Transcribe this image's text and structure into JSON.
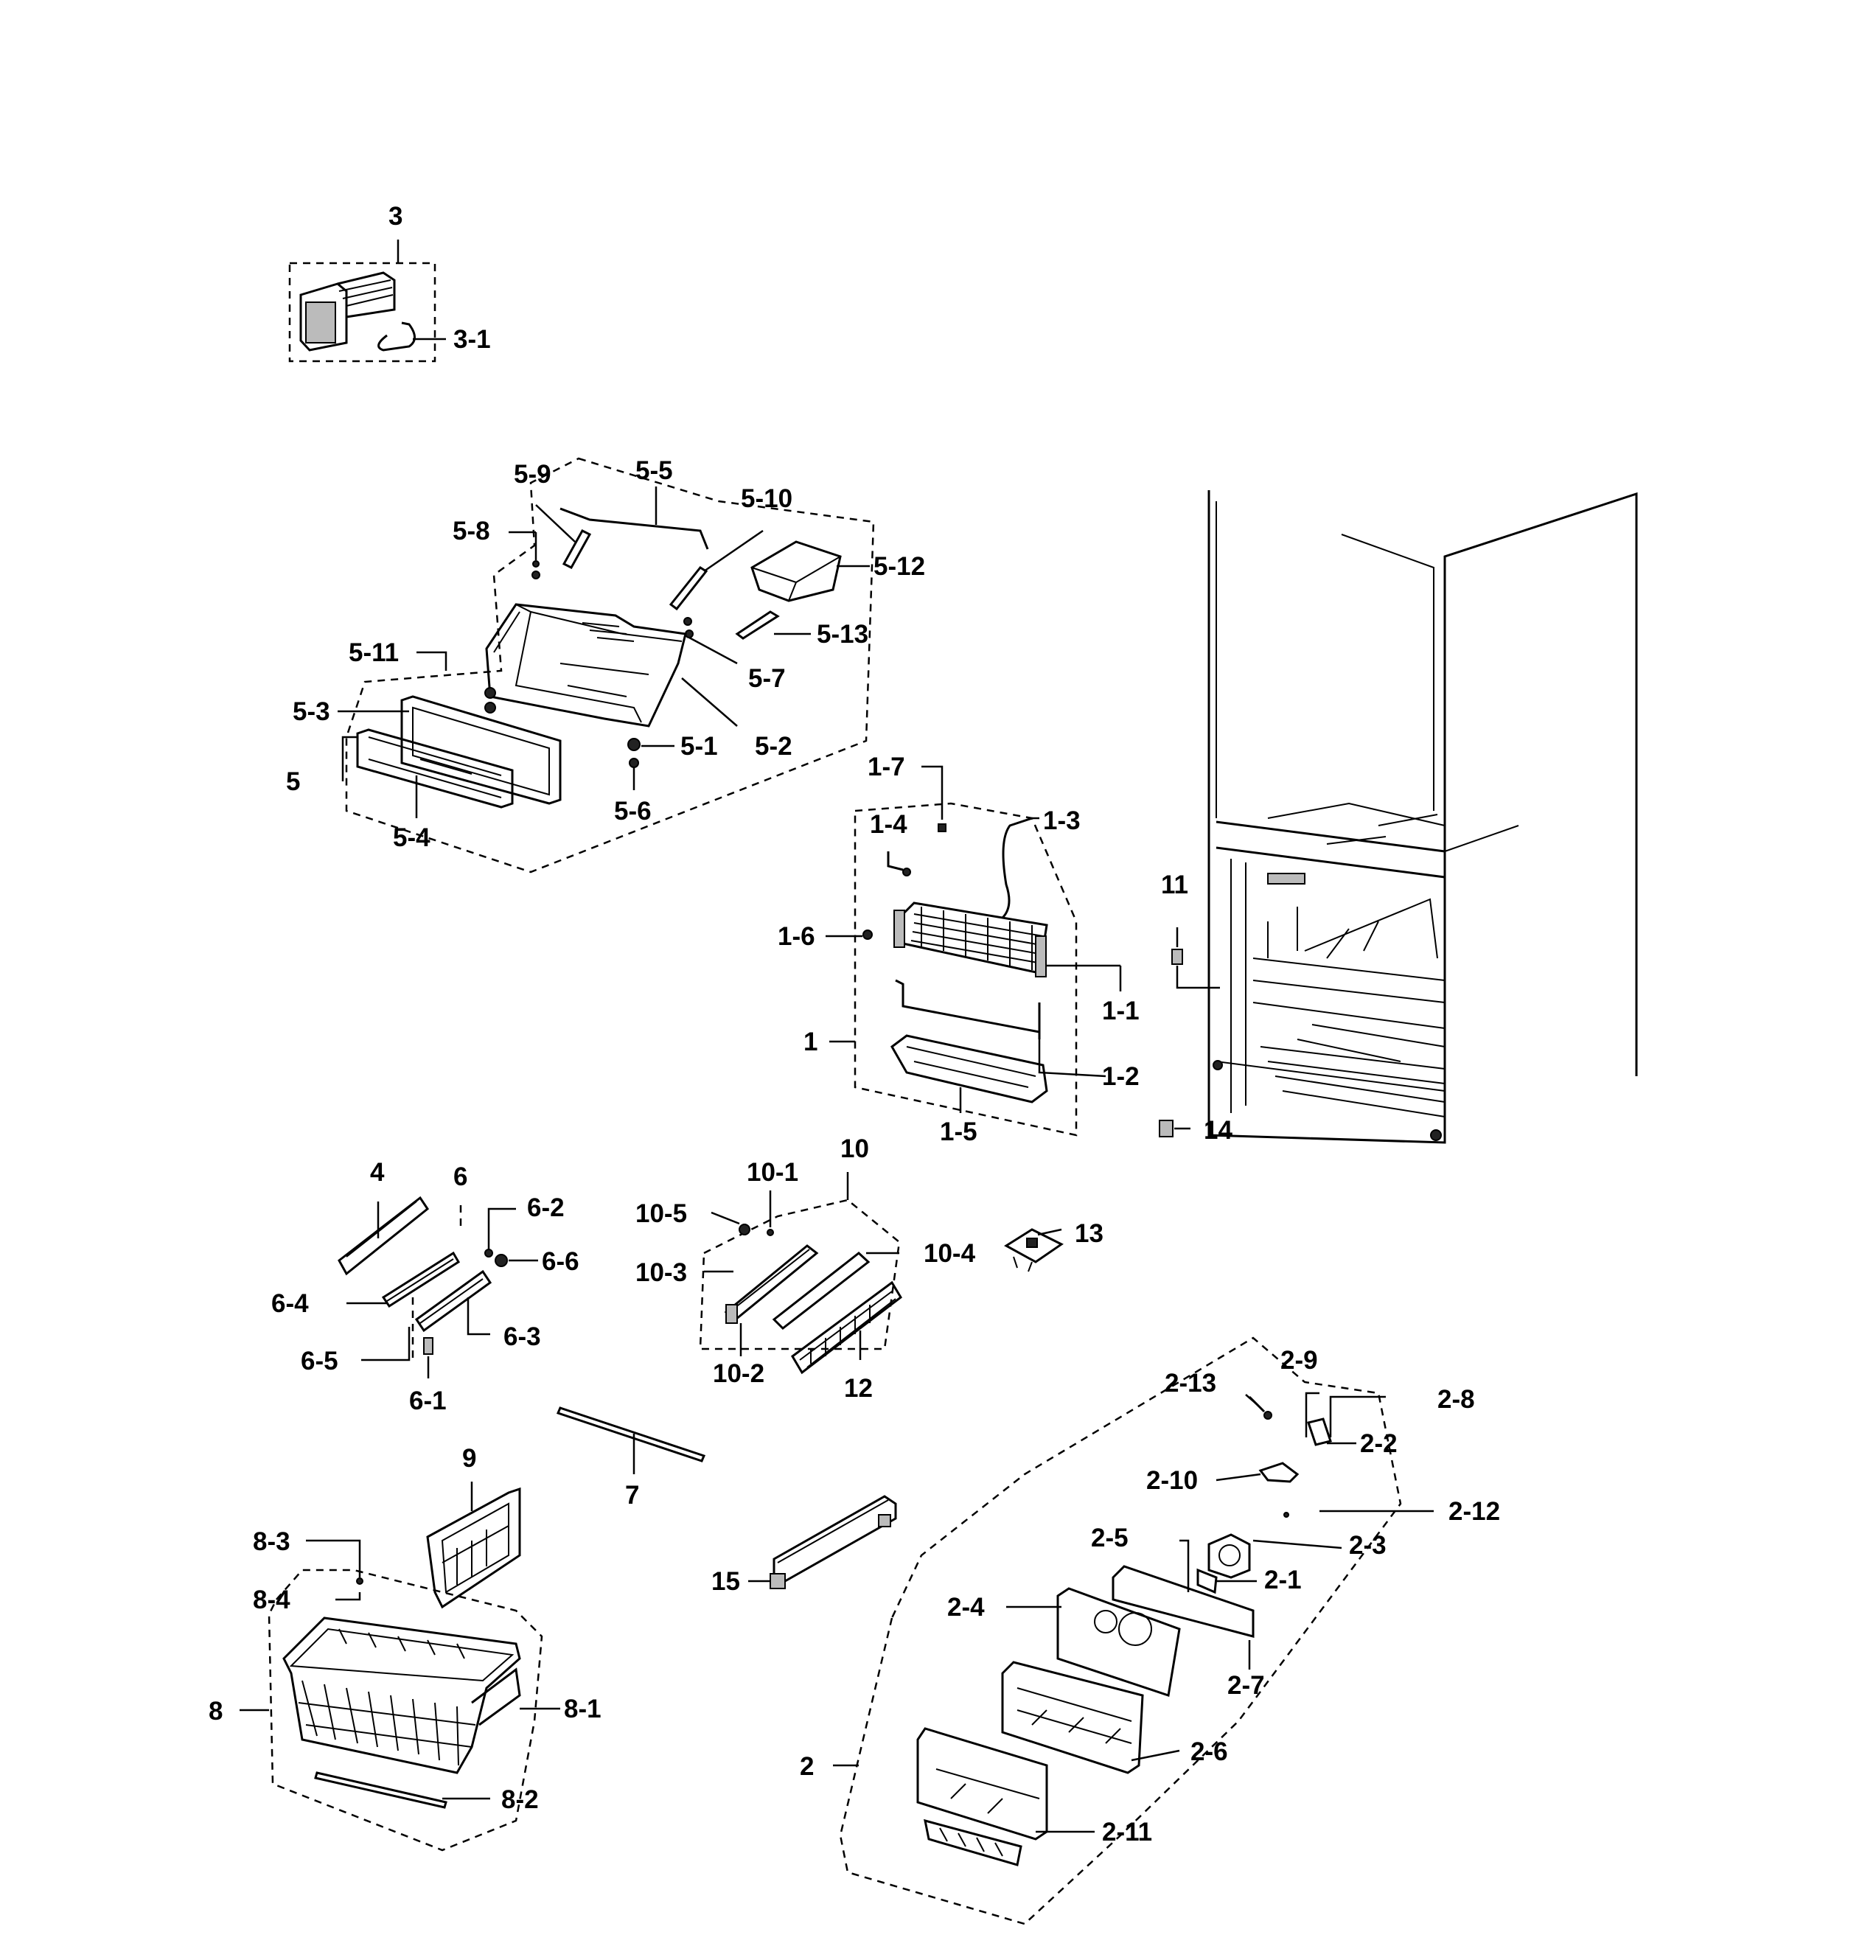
{
  "labels": {
    "p3": "3",
    "p3_1": "3-1",
    "p5": "5",
    "p5_1": "5-1",
    "p5_2": "5-2",
    "p5_3": "5-3",
    "p5_4": "5-4",
    "p5_5": "5-5",
    "p5_6": "5-6",
    "p5_7": "5-7",
    "p5_8": "5-8",
    "p5_9": "5-9",
    "p5_10": "5-10",
    "p5_11": "5-11",
    "p5_12": "5-12",
    "p5_13": "5-13",
    "p1": "1",
    "p1_1": "1-1",
    "p1_2": "1-2",
    "p1_3": "1-3",
    "p1_4": "1-4",
    "p1_5": "1-5",
    "p1_6": "1-6",
    "p1_7": "1-7",
    "p11": "11",
    "p14": "14",
    "p4": "4",
    "p6": "6",
    "p6_1": "6-1",
    "p6_2": "6-2",
    "p6_3": "6-3",
    "p6_4": "6-4",
    "p6_5": "6-5",
    "p6_6": "6-6",
    "p10": "10",
    "p10_1": "10-1",
    "p10_2": "10-2",
    "p10_3": "10-3",
    "p10_4": "10-4",
    "p10_5": "10-5",
    "p12": "12",
    "p13": "13",
    "p7": "7",
    "p9": "9",
    "p8": "8",
    "p8_1": "8-1",
    "p8_2": "8-2",
    "p8_3": "8-3",
    "p8_4": "8-4",
    "p15": "15",
    "p2": "2",
    "p2_1": "2-1",
    "p2_2": "2-2",
    "p2_3": "2-3",
    "p2_4": "2-4",
    "p2_5": "2-5",
    "p2_6": "2-6",
    "p2_7": "2-7",
    "p2_8": "2-8",
    "p2_9": "2-9",
    "p2_10": "2-10",
    "p2_11": "2-11",
    "p2_12": "2-12",
    "p2_13": "2-13"
  }
}
